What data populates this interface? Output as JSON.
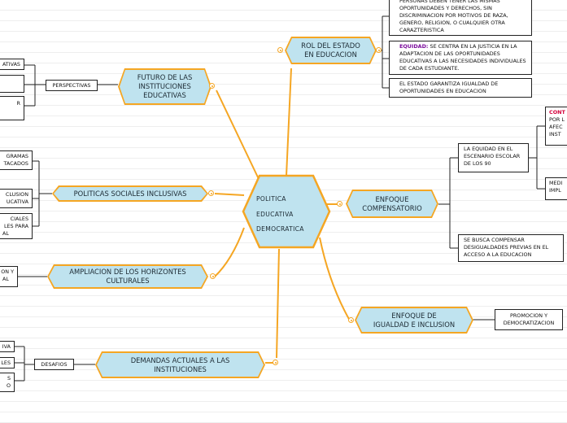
{
  "center": {
    "line1": "POLITICA",
    "line2": "EDUCATIVA",
    "line3": "DEMOCRATICA"
  },
  "branches": {
    "rol": {
      "title_l1": "ROL DEL ESTADO",
      "title_l2": "EN EDUCACION",
      "item1": "PERSONAS DEBEN TENER LAS MISMAS OPORTUNIDADES Y DERECHOS, SIN DISCRIMINACION POR MOTIVOS DE RAZA, GENERO, RELIGION, O CUALQUIER OTRA CARAZTERISTICA",
      "item2_label": "EQUIDAD:",
      "item2_text": " SE CENTRA EN LA JUSTICIA EN LA ADAPTACION DE LAS OPORTUNIDADES EDUCATIVAS A LAS NECESIDADES INDIVIDUALES DE CADA ESTUDIANTE.",
      "item3": "EL ESTADO GARANTIZA IGUALDAD DE OPORTUNIDADES EN EDUCACION"
    },
    "compensatorio": {
      "title_l1": "ENFOQUE",
      "title_l2": "COMPENSATORIO",
      "item1": "LA EQUIDAD EN EL ESCENARIO ESCOLAR DE LOS 90",
      "sub1_label": "CONT",
      "sub1_l2": "POR L",
      "sub1_l3": "AFEC",
      "sub1_l4": "INST",
      "sub2_l1": "MEDI",
      "sub2_l2": "IMPL",
      "item2": "SE BUSCA COMPENSAR DESIGUALDADES PREVIAS EN EL ACCESO A LA EDUCACION"
    },
    "igualdad": {
      "title_l1": "ENFOQUE DE",
      "title_l2": "IGUALDAD E INCLUSION",
      "item1": "PROMOCION Y DEMOCRATIZACION"
    },
    "futuro": {
      "title_l1": "FUTURO DE LAS",
      "title_l2": "INSTITUCIONES",
      "title_l3": "EDUCATIVAS",
      "perspectivas": "PERSPECTIVAS",
      "leaf1": "ATIVAS",
      "leaf3": "R"
    },
    "politicas": {
      "title": "POLITICAS SOCIALES INCLUSIVAS",
      "leaf1_l1": "GRAMAS",
      "leaf1_l2": "TACADOS",
      "leaf2_l1": "CLUSION",
      "leaf2_l2": "UCATIVA",
      "leaf3_l1": "CIALES",
      "leaf3_l2": "LES PARA",
      "leaf3_l3": "AL"
    },
    "ampliacion": {
      "title_l1": "AMPLIACION DE LOS HORIZONTES",
      "title_l2": "CULTURALES",
      "leaf1_l1": "ON Y",
      "leaf1_l2": "AL"
    },
    "demandas": {
      "title_l1": "DEMANDAS ACTUALES A LAS",
      "title_l2": "INSTITUCIONES",
      "desafios": "DESAFIOS",
      "leaf1": "IVA",
      "leaf2": "LES",
      "leaf3_l1": "S",
      "leaf3_l2": "O"
    }
  },
  "colors": {
    "connector": "#f5a623",
    "node_fill": "#bfe3ef",
    "leaf_line": "#222222"
  }
}
